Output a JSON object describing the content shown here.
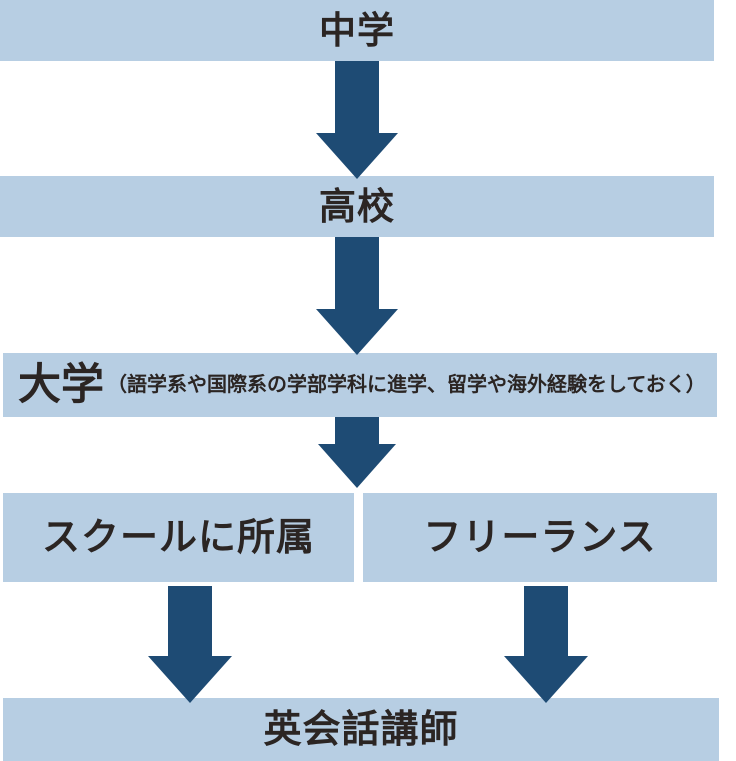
{
  "colors": {
    "box_bg": "#b7cee3",
    "arrow": "#1e4b74",
    "ink": "#2b2523",
    "page_bg": "#ffffff"
  },
  "nodes": {
    "middle_school": "中学",
    "high_school": "高校",
    "university": "大学",
    "university_note": "（語学系や国際系の学部学科に進学、留学や海外経験をしておく）",
    "school_affiliation": "スクールに所属",
    "freelance": "フリーランス",
    "instructor": "英会話講師"
  }
}
